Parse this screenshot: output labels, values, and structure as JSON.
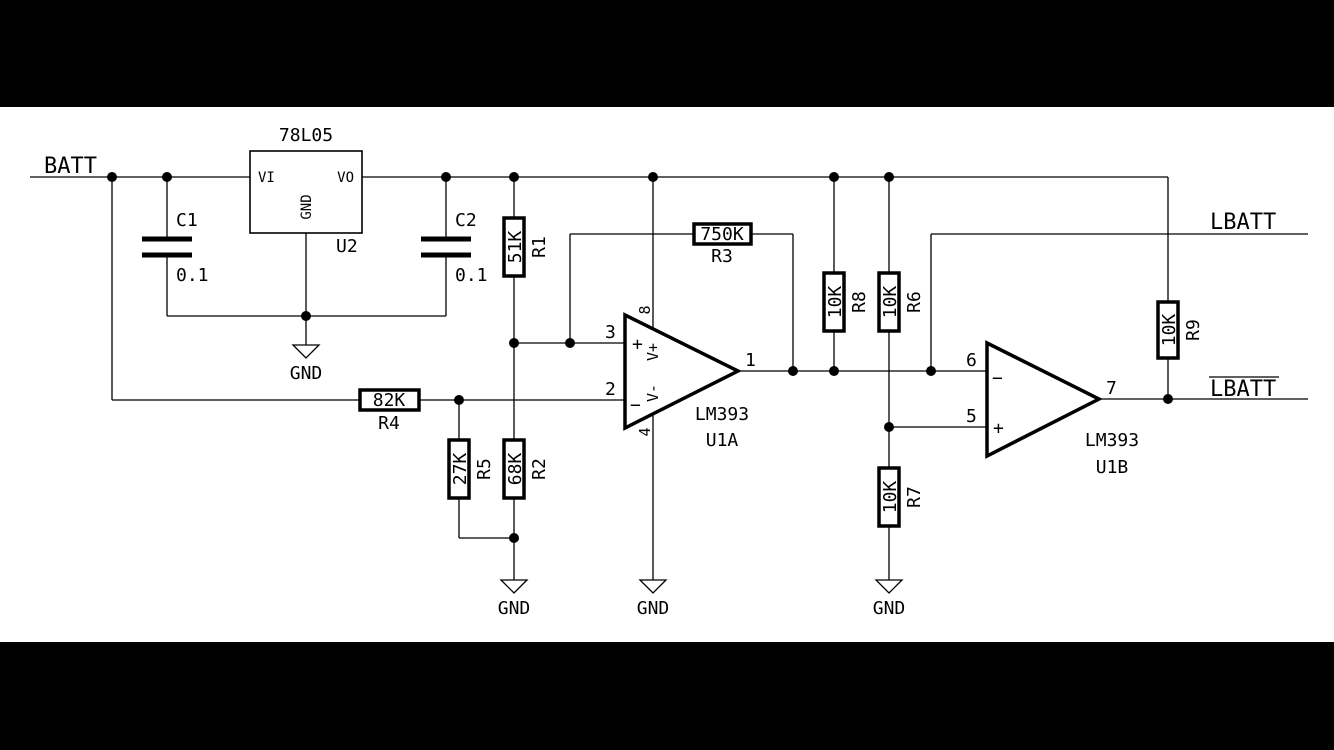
{
  "nets": {
    "batt": "BATT",
    "lbatt": "LBATT",
    "lbatt_bar": "LBATT",
    "gnd": "GND"
  },
  "regulator": {
    "part": "78L05",
    "ref": "U2",
    "pin_in": "VI",
    "pin_out": "VO",
    "pin_gnd": "GND"
  },
  "capacitors": [
    {
      "ref": "C1",
      "value": "0.1"
    },
    {
      "ref": "C2",
      "value": "0.1"
    }
  ],
  "resistors": {
    "r1": {
      "ref": "R1",
      "value": "51K"
    },
    "r2": {
      "ref": "R2",
      "value": "68K"
    },
    "r3": {
      "ref": "R3",
      "value": "750K"
    },
    "r4": {
      "ref": "R4",
      "value": "82K"
    },
    "r5": {
      "ref": "R5",
      "value": "27K"
    },
    "r6": {
      "ref": "R6",
      "value": "10K"
    },
    "r7": {
      "ref": "R7",
      "value": "10K"
    },
    "r8": {
      "ref": "R8",
      "value": "10K"
    },
    "r9": {
      "ref": "R9",
      "value": "10K"
    }
  },
  "comparators": {
    "u1a": {
      "part": "LM393",
      "ref": "U1A",
      "pins": {
        "noninv": "3",
        "inv": "2",
        "out": "1",
        "vplus": "8",
        "vminus": "4"
      },
      "vplus_label": "V+",
      "vminus_label": "V-",
      "plus_sign": "+",
      "minus_sign": "−"
    },
    "u1b": {
      "part": "LM393",
      "ref": "U1B",
      "pins": {
        "inv": "6",
        "noninv": "5",
        "out": "7"
      },
      "plus_sign": "+",
      "minus_sign": "−"
    }
  },
  "colors": {
    "background": "#ffffff",
    "frame": "#000000",
    "ink": "#000000"
  }
}
